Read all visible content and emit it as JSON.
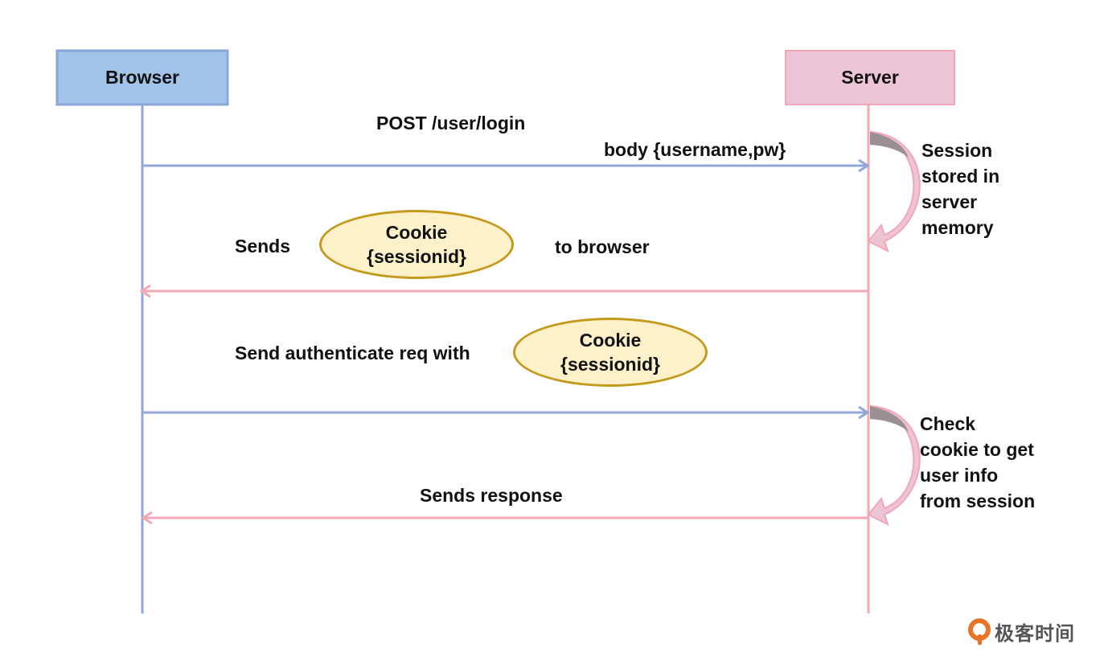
{
  "colors": {
    "browser_fill": "#a3c4e9",
    "browser_border": "#8aa6d6",
    "browser_line": "#8fa8d8",
    "server_fill": "#ecc4d5",
    "server_border": "#f2a6b6",
    "server_line": "#f4a8b4",
    "cookie_fill": "#fdf1c9",
    "cookie_border": "#c49a1c",
    "curve_dark": "#9a8f94"
  },
  "actors": {
    "browser": "Browser",
    "server": "Server"
  },
  "messages": {
    "login_request": {
      "line1": "POST /user/login",
      "line2": "body {username,pw}"
    },
    "send_cookie": {
      "prefix": "Sends",
      "suffix": "to browser"
    },
    "auth_request": {
      "prefix": "Send authenticate req with"
    },
    "response": {
      "text": "Sends response"
    }
  },
  "cookie": {
    "line1": "Cookie",
    "line2": "{sessionid}"
  },
  "notes": {
    "session_stored": [
      "Session",
      "stored in",
      "server",
      "memory"
    ],
    "check_cookie": [
      "Check",
      "cookie to get",
      "user info",
      "from session"
    ]
  },
  "brand": {
    "name": "极客时间",
    "icon": "geektime-logo-icon"
  }
}
